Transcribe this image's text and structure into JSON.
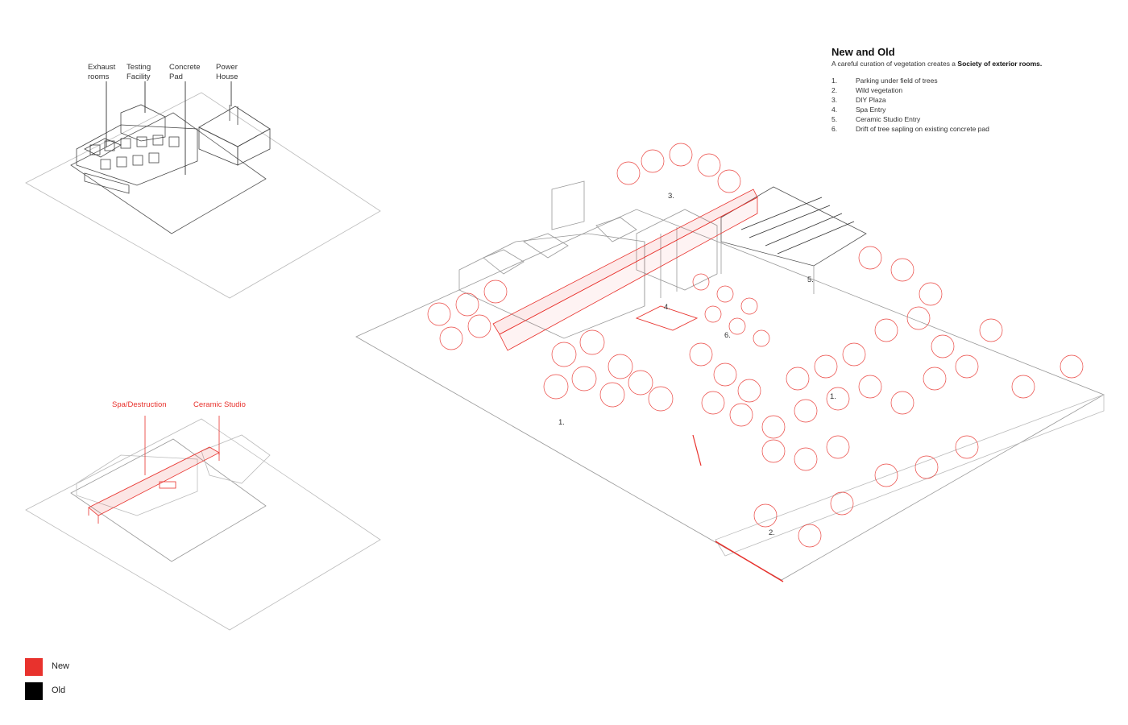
{
  "heading": {
    "title": "New and Old",
    "subtitle_prefix": "A careful curation of vegetation creates a ",
    "subtitle_emphasis": "Society of exterior rooms."
  },
  "program_list": [
    {
      "number": "1.",
      "text": "Parking under field of trees"
    },
    {
      "number": "2.",
      "text": "Wild vegetation"
    },
    {
      "number": "3.",
      "text": "DIY Plaza"
    },
    {
      "number": "4.",
      "text": "Spa Entry"
    },
    {
      "number": "5.",
      "text": "Ceramic Studio Entry"
    },
    {
      "number": "6.",
      "text": "Drift of tree sapling on existing concrete pad"
    }
  ],
  "existing_labels": {
    "exhaust": "Exhaust\nrooms",
    "testing": "Testing\nFacility",
    "concrete": "Concrete\nPad",
    "power": "Power\nHouse"
  },
  "new_labels": {
    "spa": "Spa/Destruction",
    "ceramic": "Ceramic Studio"
  },
  "plan_numbers": {
    "n1a": "1.",
    "n1b": "1.",
    "n2": "2.",
    "n3": "3.",
    "n4": "4.",
    "n5": "5.",
    "n6": "6."
  },
  "key": [
    {
      "label": "New",
      "color": "#e8322d"
    },
    {
      "label": "Old",
      "color": "#000000"
    }
  ],
  "colors": {
    "new": "#e8322d",
    "old": "#000000",
    "linework": "#888888"
  }
}
